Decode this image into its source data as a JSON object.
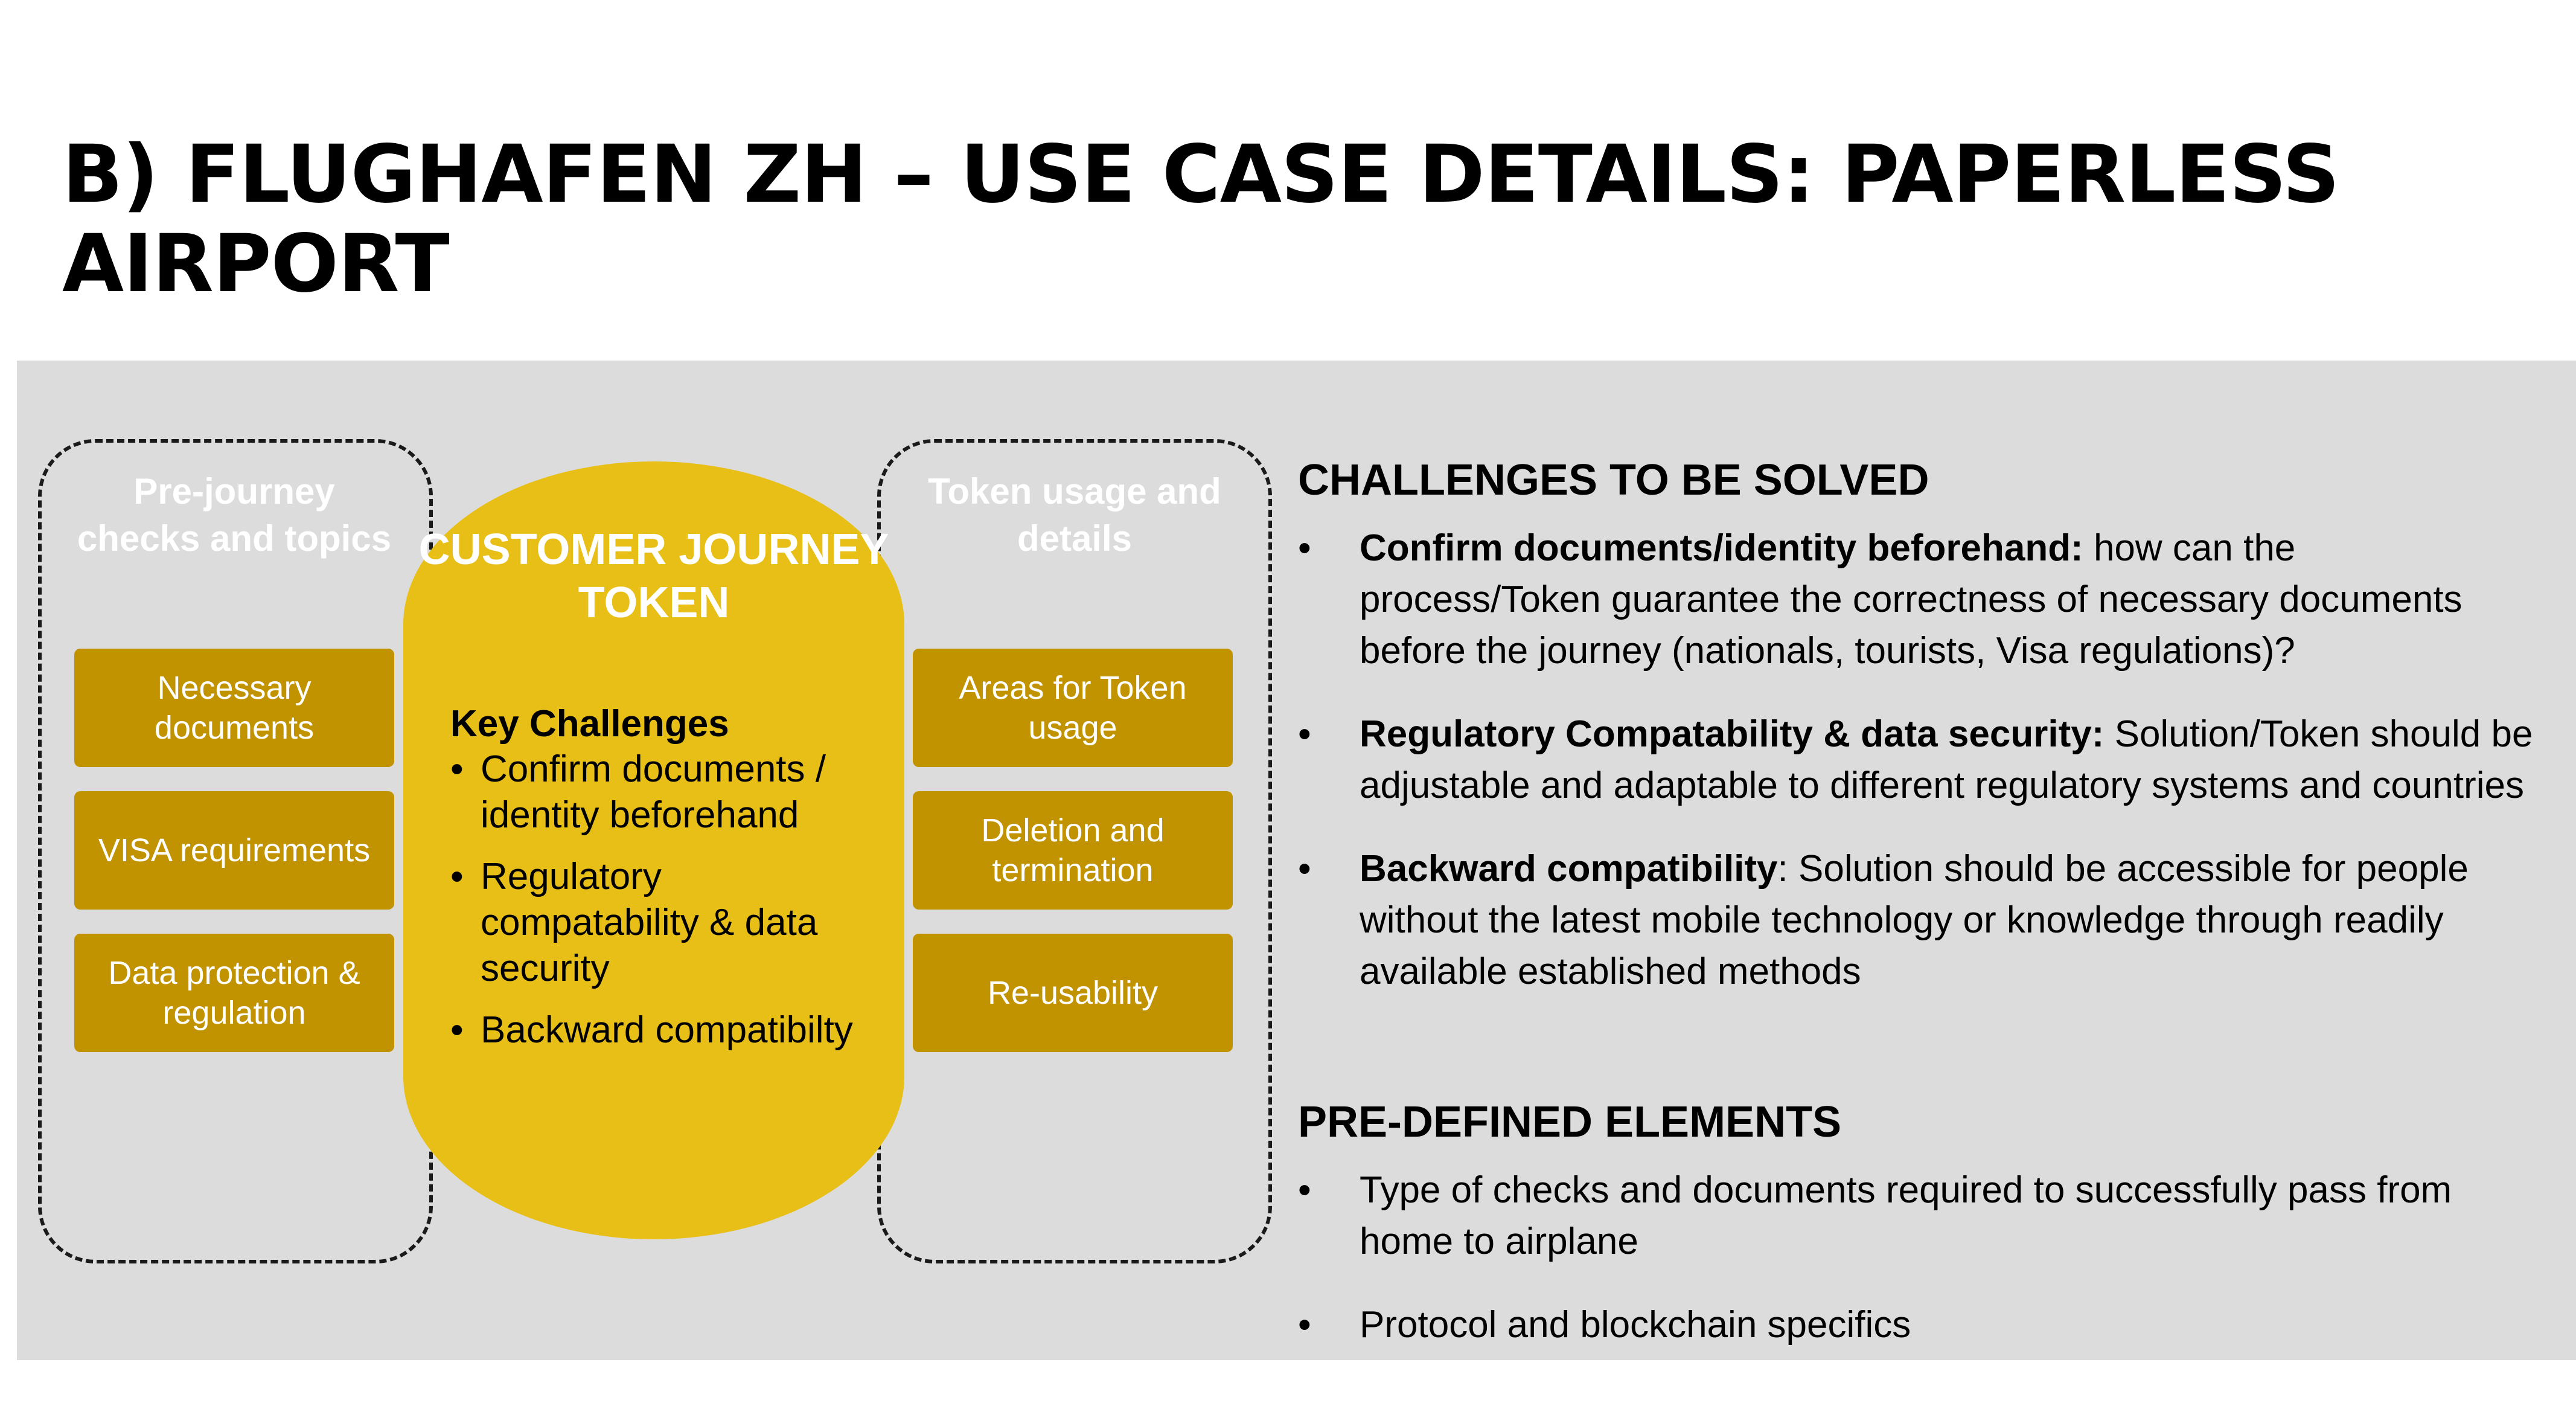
{
  "title": "B) FLUGHAFEN ZH – USE CASE DETAILS: PAPERLESS AIRPORT",
  "left_column": {
    "heading": "Pre-journey checks and topics",
    "boxes": [
      "Necessary documents",
      "VISA requirements",
      "Data protection & regulation"
    ]
  },
  "center": {
    "title": "CUSTOMER JOURNEY TOKEN",
    "key_challenges_title": "Key Challenges",
    "key_challenges": [
      "Confirm documents / identity beforehand",
      "Regulatory compatability & data security",
      "Backward compatibilty"
    ]
  },
  "right_column": {
    "heading": "Token usage and details",
    "boxes": [
      "Areas for Token usage",
      "Deletion and termination",
      "Re-usability"
    ]
  },
  "challenges": {
    "heading": "CHALLENGES TO BE SOLVED",
    "items": [
      {
        "bold": "Confirm documents/identity beforehand:",
        "text": " how can the process/Token guarantee the correctness of necessary documents before the journey (nationals, tourists, Visa regulations)?"
      },
      {
        "bold": "Regulatory Compatability & data security:",
        "text": " Solution/Token should be adjustable and adaptable to different regulatory systems and countries"
      },
      {
        "bold": "Backward compatibility",
        "text": ": Solution should be accessible for people without the latest mobile technology or knowledge through readily available established methods"
      }
    ]
  },
  "predefined": {
    "heading": "PRE-DEFINED ELEMENTS",
    "items": [
      "Type of checks and documents required to successfully pass from home to airplane",
      "Protocol and blockchain specifics"
    ]
  },
  "colors": {
    "panel": "#dcdcdc",
    "box_gold": "#c29300",
    "pill_yellow": "#e8bf16"
  }
}
